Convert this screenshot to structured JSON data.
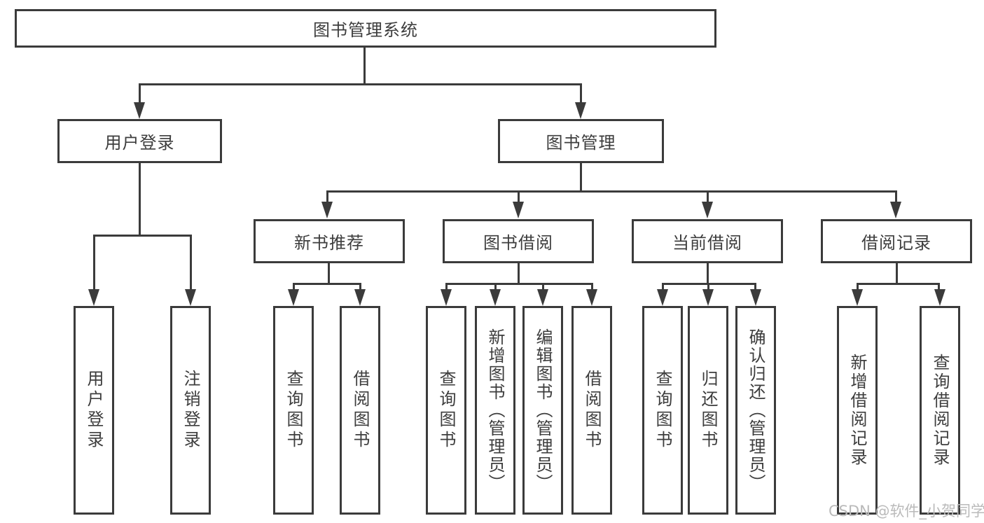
{
  "diagram": {
    "type": "tree",
    "title": "图书管理系统",
    "root": {
      "label": "图书管理系统"
    },
    "level2": [
      {
        "id": "user-login",
        "label": "用户登录"
      },
      {
        "id": "book-management",
        "label": "图书管理"
      }
    ],
    "level3": [
      {
        "id": "new-book-recommend",
        "label": "新书推荐",
        "parent": "图书管理"
      },
      {
        "id": "book-borrow",
        "label": "图书借阅",
        "parent": "图书管理"
      },
      {
        "id": "current-borrow",
        "label": "当前借阅",
        "parent": "图书管理"
      },
      {
        "id": "borrow-record",
        "label": "借阅记录",
        "parent": "图书管理"
      }
    ],
    "leaves": [
      {
        "id": "leaf-user-login",
        "label": "用户登录",
        "parent": "用户登录"
      },
      {
        "id": "leaf-logout",
        "label": "注销登录",
        "parent": "用户登录"
      },
      {
        "id": "leaf-query-book-recommend",
        "label": "查询图书",
        "parent": "新书推荐"
      },
      {
        "id": "leaf-borrow-book-recommend",
        "label": "借阅图书",
        "parent": "新书推荐"
      },
      {
        "id": "leaf-query-book-borrow",
        "label": "查询图书",
        "parent": "图书借阅"
      },
      {
        "id": "leaf-add-book-admin",
        "label": "新增图书（管理员）",
        "parent": "图书借阅"
      },
      {
        "id": "leaf-edit-book-admin",
        "label": "编辑图书（管理员）",
        "parent": "图书借阅"
      },
      {
        "id": "leaf-borrow-book-borrow",
        "label": "借阅图书",
        "parent": "图书借阅"
      },
      {
        "id": "leaf-query-book-current",
        "label": "查询图书",
        "parent": "当前借阅"
      },
      {
        "id": "leaf-return-book",
        "label": "归还图书",
        "parent": "当前借阅"
      },
      {
        "id": "leaf-confirm-return-admin",
        "label": "确认归还（管理员）",
        "parent": "当前借阅"
      },
      {
        "id": "leaf-add-borrow-record",
        "label": "新增借阅记录",
        "parent": "借阅记录"
      },
      {
        "id": "leaf-query-borrow-record",
        "label": "查询借阅记录",
        "parent": "借阅记录"
      }
    ],
    "watermark": "CSDN @软件_小贺同学",
    "colors": {
      "line": "#3b3b3b",
      "text": "#3d3d3d",
      "background": "#ffffff",
      "watermark": "#bababa"
    }
  }
}
